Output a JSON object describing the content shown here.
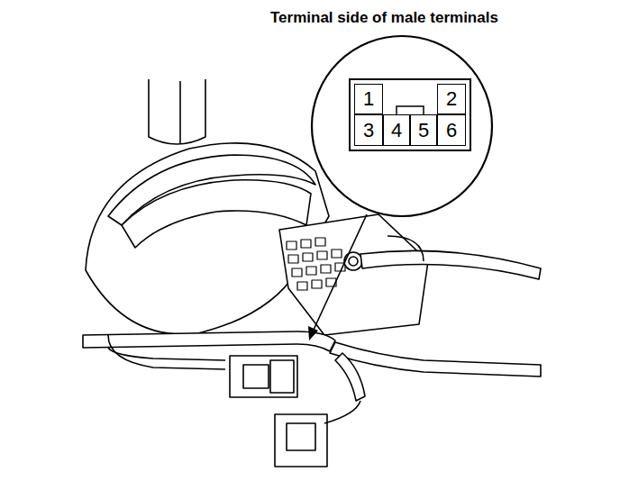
{
  "diagram": {
    "nodes": [
      {
        "text": [
          "1"
        ]
      },
      {
        "text": [
          "2"
        ]
      },
      {
        "text": [
          "3"
        ]
      },
      {
        "text": [
          "4"
        ]
      },
      {
        "text": [
          "5"
        ]
      },
      {
        "text": [
          "6"
        ]
      }
    ],
    "edges": [
      {
        "from": 3,
        "to": 4,
        "arrow": "none"
      }
    ],
    "labels": [
      "Terminal side of male terminals"
    ]
  }
}
